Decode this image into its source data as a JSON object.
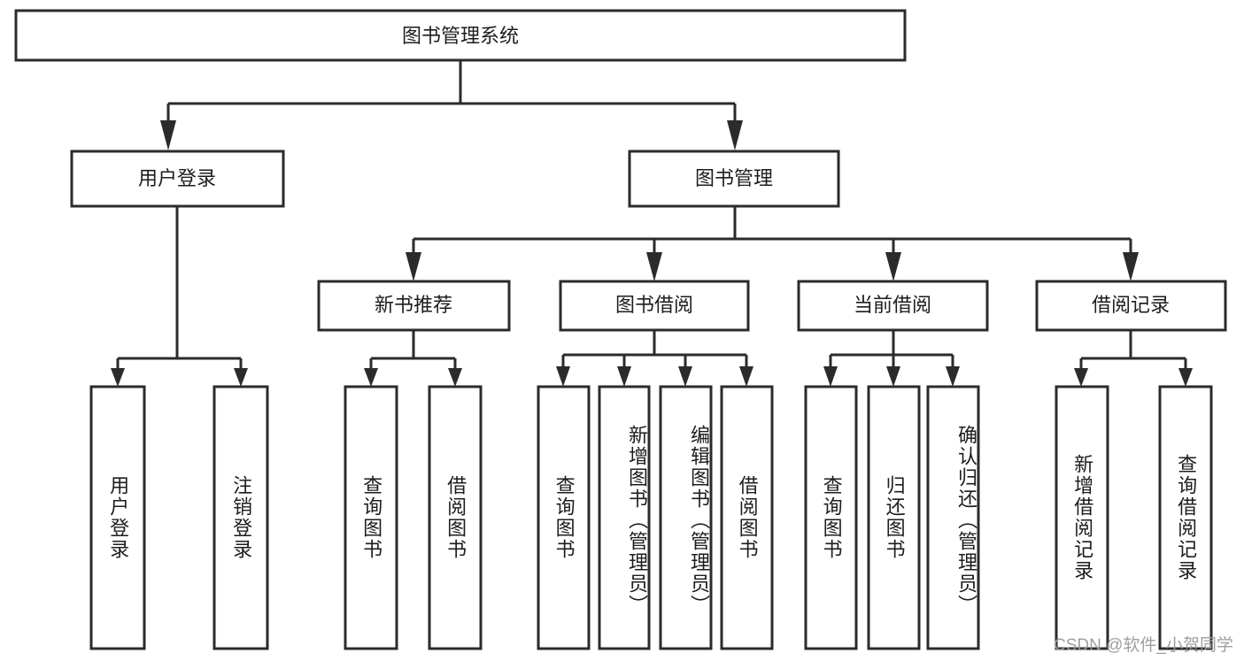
{
  "diagram": {
    "title_node": {
      "id": "root",
      "label": "图书管理系统"
    },
    "level2": [
      {
        "id": "user-login",
        "label": "用户登录"
      },
      {
        "id": "book-manage",
        "label": "图书管理"
      }
    ],
    "level3": [
      {
        "id": "new-book-recommend",
        "label": "新书推荐"
      },
      {
        "id": "book-borrow",
        "label": "图书借阅"
      },
      {
        "id": "current-borrow",
        "label": "当前借阅"
      },
      {
        "id": "borrow-record",
        "label": "借阅记录"
      }
    ],
    "leaves": [
      {
        "id": "leaf-user-login",
        "label": "用户登录",
        "align": "center"
      },
      {
        "id": "leaf-logout",
        "label": "注销登录",
        "align": "center"
      },
      {
        "id": "leaf-query-book-1",
        "label": "查询图书",
        "align": "center"
      },
      {
        "id": "leaf-borrow-book-1",
        "label": "借阅图书",
        "align": "center"
      },
      {
        "id": "leaf-query-book-2",
        "label": "查询图书",
        "align": "center"
      },
      {
        "id": "leaf-add-book",
        "label": "新增图书（管理员）",
        "align": "top"
      },
      {
        "id": "leaf-edit-book",
        "label": "编辑图书（管理员）",
        "align": "top"
      },
      {
        "id": "leaf-borrow-book-2",
        "label": "借阅图书",
        "align": "center"
      },
      {
        "id": "leaf-query-book-3",
        "label": "查询图书",
        "align": "center"
      },
      {
        "id": "leaf-return-book",
        "label": "归还图书",
        "align": "center"
      },
      {
        "id": "leaf-confirm-return",
        "label": "确认归还（管理员）",
        "align": "top"
      },
      {
        "id": "leaf-add-record",
        "label": "新增借阅记录",
        "align": "center"
      },
      {
        "id": "leaf-query-record",
        "label": "查询借阅记录",
        "align": "center"
      }
    ],
    "watermark": "CSDN @软件_小贺同学",
    "colors": {
      "stroke": "#2b2b2b",
      "fill": "#ffffff",
      "text": "#1d1d1d",
      "watermark": "#9a9a9a"
    }
  }
}
